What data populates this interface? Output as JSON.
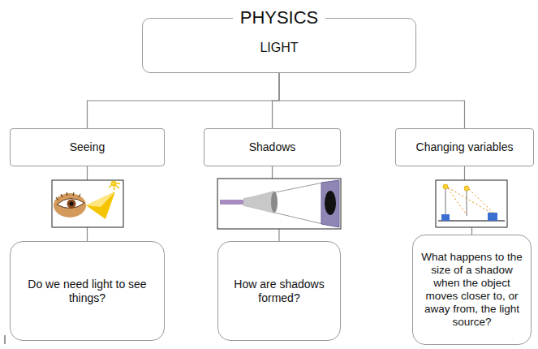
{
  "diagram": {
    "nodes": [
      {
        "text": [
          "PHYSICS",
          "LIGHT"
        ]
      },
      {
        "text": [
          "Seeing"
        ]
      },
      {
        "text": [
          "Shadows"
        ]
      },
      {
        "text": [
          "Changing variables"
        ]
      },
      {
        "text": [
          "Do we need light to see things?"
        ]
      },
      {
        "text": [
          "How are shadows formed?"
        ]
      },
      {
        "text": [
          "What happens to the size of a shadow when the object moves closer to, or away from, the light source?"
        ]
      }
    ],
    "edges": [
      {
        "from": 0,
        "to": 1,
        "arrow": "none"
      },
      {
        "from": 0,
        "to": 2,
        "arrow": "none"
      },
      {
        "from": 0,
        "to": 3,
        "arrow": "none"
      },
      {
        "from": 1,
        "to": 4,
        "arrow": "none"
      },
      {
        "from": 2,
        "to": 5,
        "arrow": "none"
      },
      {
        "from": 3,
        "to": 6,
        "arrow": "none"
      }
    ]
  }
}
